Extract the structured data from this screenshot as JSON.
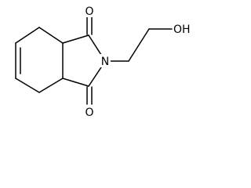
{
  "atoms": {
    "o_top": "O",
    "o_bottom": "O",
    "n_ring": "N",
    "hydroxyl": "OH"
  }
}
